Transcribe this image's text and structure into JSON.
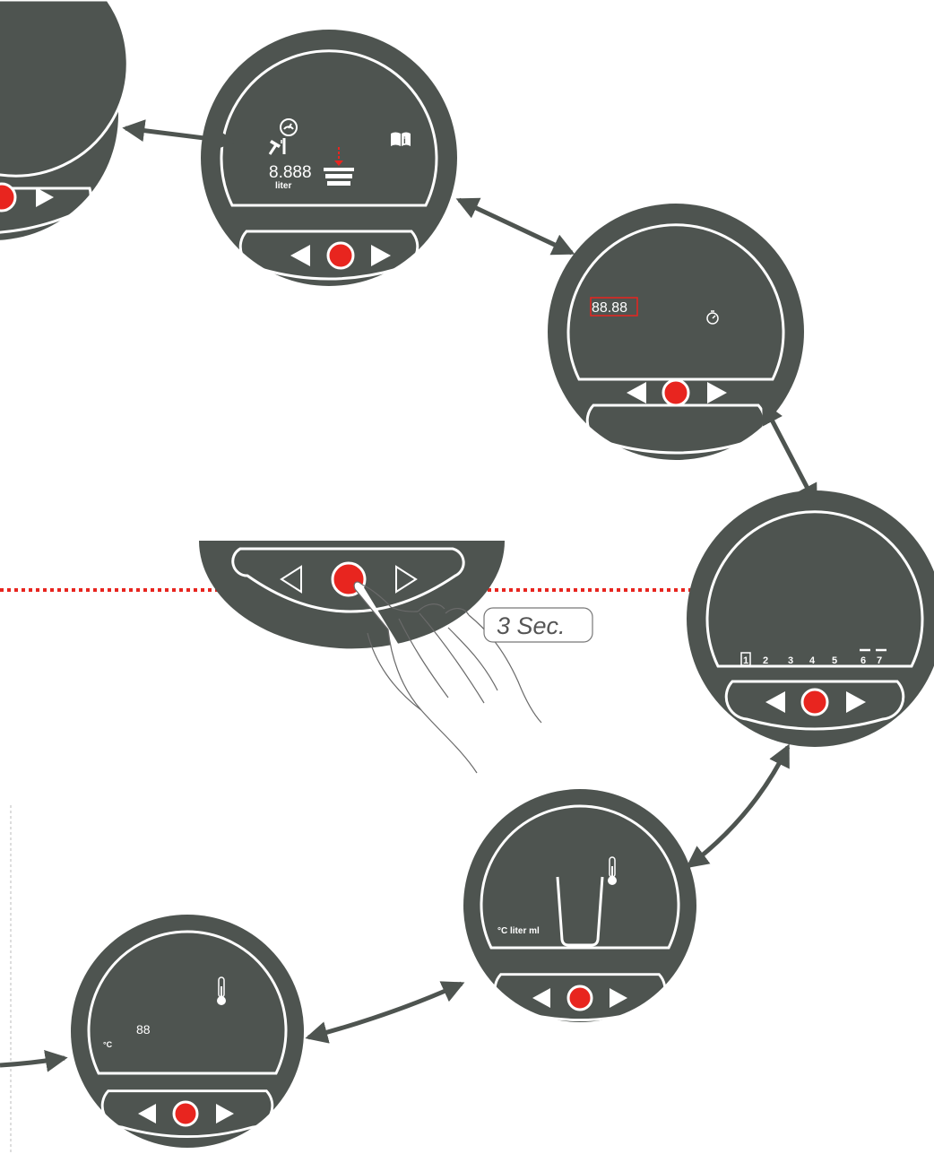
{
  "colors": {
    "device": "#4e5450",
    "outline": "#ffffff",
    "accent": "#e8251f",
    "arrow": "#4e5450"
  },
  "displays": {
    "meter": {
      "value": "8.888",
      "unit": "liter",
      "icons": [
        "gauge-icon",
        "hammer-icon",
        "bucket-icon",
        "manual-icon"
      ]
    },
    "timer": {
      "value": "88.88",
      "icons": [
        "stopwatch-icon"
      ]
    },
    "days": {
      "labels": [
        "1",
        "2",
        "3",
        "4",
        "5",
        "6",
        "7"
      ]
    },
    "glass": {
      "units": "°C liter ml",
      "icons": [
        "glass-icon",
        "thermometer-icon"
      ]
    },
    "temp": {
      "value": "88",
      "unit": "°C",
      "icons": [
        "thermometer-icon"
      ]
    }
  },
  "callout": {
    "text": "3 Sec."
  }
}
